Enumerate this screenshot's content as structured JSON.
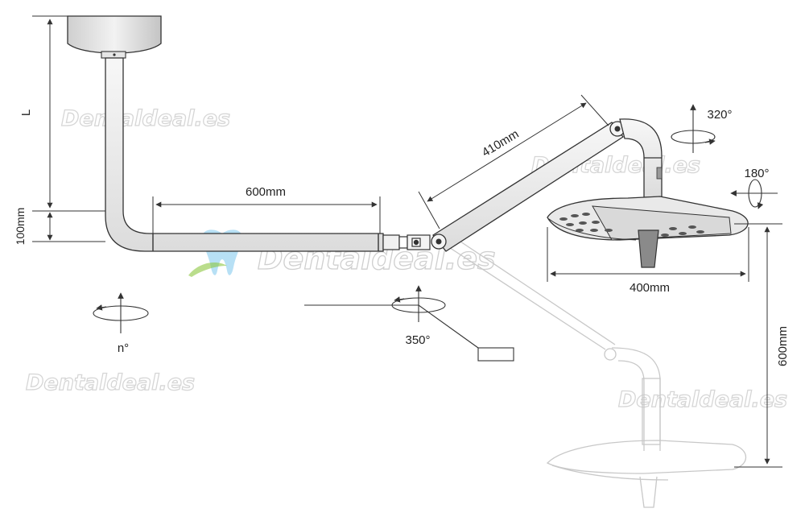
{
  "dimensions": {
    "ceiling_height": "L",
    "drop_height": "100mm",
    "horizontal_arm": "600mm",
    "spring_arm": "410mm",
    "lamp_width": "400mm",
    "vertical_travel": "600mm"
  },
  "rotations": {
    "ceiling_tube": "n°",
    "arm_joint": "350°",
    "lamp_yoke": "320°",
    "lamp_head": "180°"
  },
  "watermark": "Dentaldeal.es",
  "colors": {
    "line": "#333333",
    "tube_fill": "#ebebeb",
    "ghost_line": "#c8c8c8",
    "logo_blue": "#5ab8e8",
    "logo_green": "#8cc63f"
  }
}
